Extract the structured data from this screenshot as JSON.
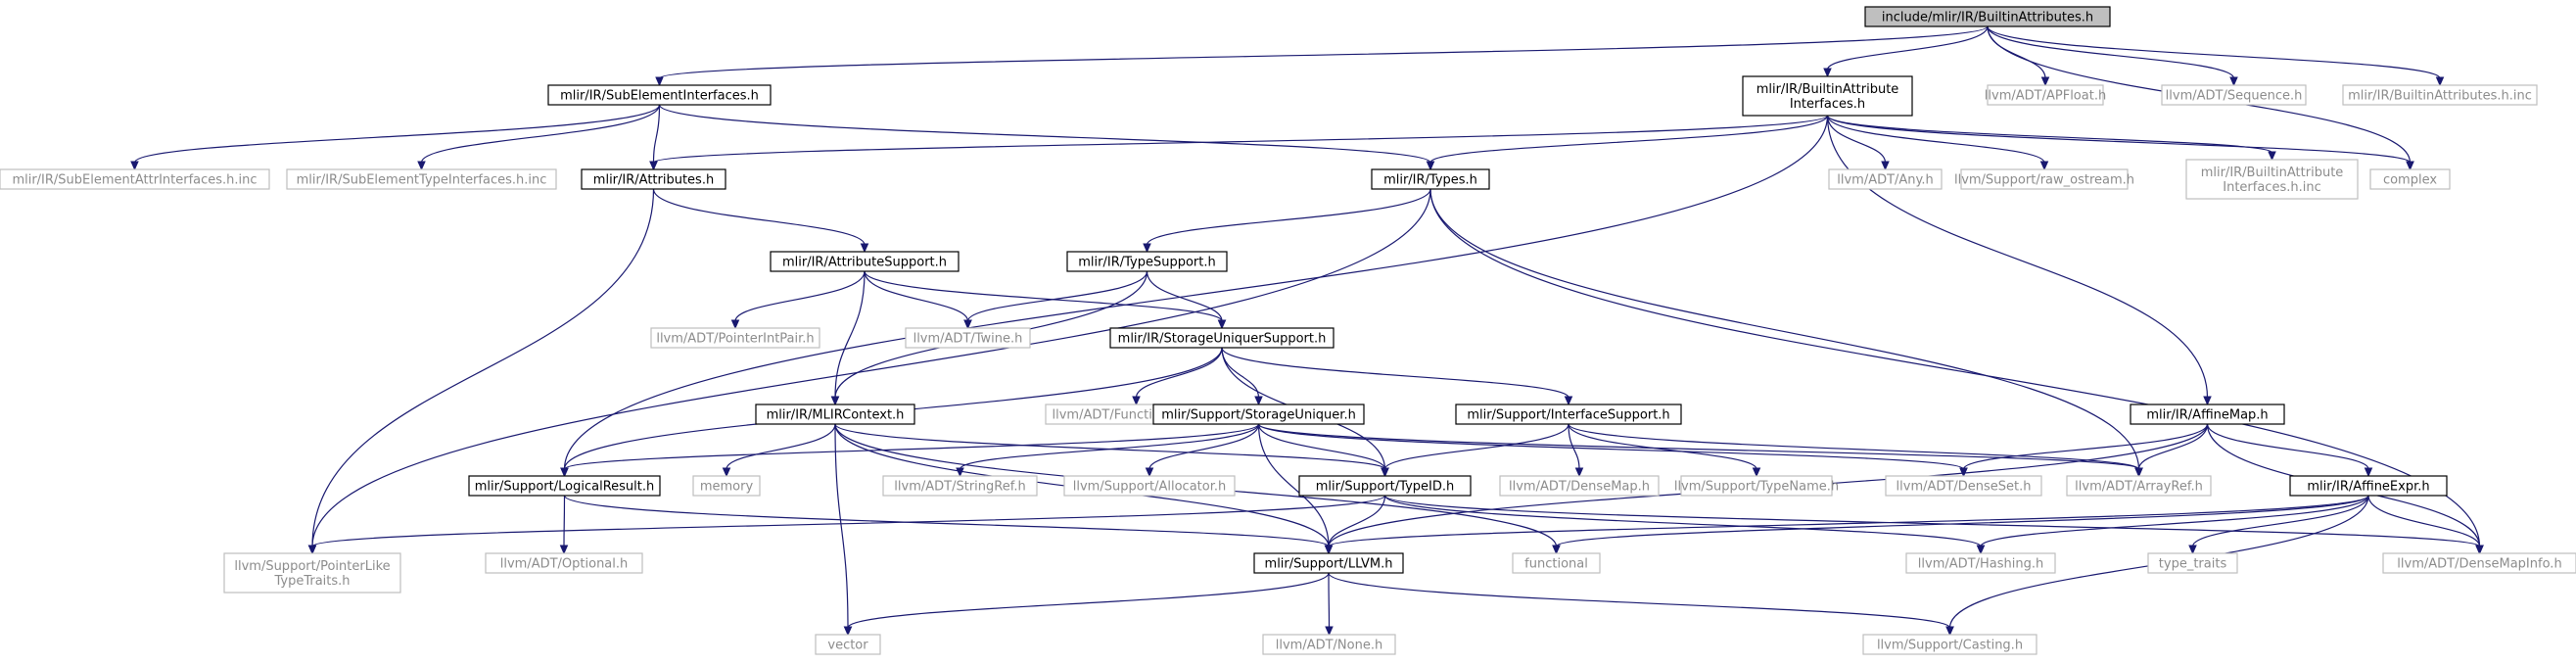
{
  "nodes": [
    {
      "id": "root",
      "label": "include/mlir/IR/BuiltinAttributes.h",
      "kind": "root"
    },
    {
      "id": "sub",
      "label": "mlir/IR/SubElementInterfaces.h",
      "kind": "internal"
    },
    {
      "id": "bai",
      "label": "mlir/IR/BuiltinAttribute\nInterfaces.h",
      "kind": "internal"
    },
    {
      "id": "apfloat",
      "label": "llvm/ADT/APFloat.h",
      "kind": "external"
    },
    {
      "id": "sequence",
      "label": "llvm/ADT/Sequence.h",
      "kind": "external"
    },
    {
      "id": "bainc",
      "label": "mlir/IR/BuiltinAttributes.h.inc",
      "kind": "external"
    },
    {
      "id": "subattrinc",
      "label": "mlir/IR/SubElementAttrInterfaces.h.inc",
      "kind": "external"
    },
    {
      "id": "subtypeinc",
      "label": "mlir/IR/SubElementTypeInterfaces.h.inc",
      "kind": "external"
    },
    {
      "id": "attrs",
      "label": "mlir/IR/Attributes.h",
      "kind": "internal"
    },
    {
      "id": "types",
      "label": "mlir/IR/Types.h",
      "kind": "internal"
    },
    {
      "id": "any",
      "label": "llvm/ADT/Any.h",
      "kind": "external"
    },
    {
      "id": "rawos",
      "label": "llvm/Support/raw_ostream.h",
      "kind": "external"
    },
    {
      "id": "baiinc",
      "label": "mlir/IR/BuiltinAttribute\nInterfaces.h.inc",
      "kind": "external"
    },
    {
      "id": "complex",
      "label": "complex",
      "kind": "external"
    },
    {
      "id": "attrsup",
      "label": "mlir/IR/AttributeSupport.h",
      "kind": "internal"
    },
    {
      "id": "typesup",
      "label": "mlir/IR/TypeSupport.h",
      "kind": "internal"
    },
    {
      "id": "ptrint",
      "label": "llvm/ADT/PointerIntPair.h",
      "kind": "external"
    },
    {
      "id": "twine",
      "label": "llvm/ADT/Twine.h",
      "kind": "external"
    },
    {
      "id": "storesup",
      "label": "mlir/IR/StorageUniquerSupport.h",
      "kind": "internal"
    },
    {
      "id": "ctx",
      "label": "mlir/IR/MLIRContext.h",
      "kind": "internal"
    },
    {
      "id": "funcext",
      "label": "llvm/ADT/FunctionExtras.h",
      "kind": "external"
    },
    {
      "id": "storeuniq",
      "label": "mlir/Support/StorageUniquer.h",
      "kind": "internal"
    },
    {
      "id": "ifacesup",
      "label": "mlir/Support/InterfaceSupport.h",
      "kind": "internal"
    },
    {
      "id": "affmap",
      "label": "mlir/IR/AffineMap.h",
      "kind": "internal"
    },
    {
      "id": "logres",
      "label": "mlir/Support/LogicalResult.h",
      "kind": "internal"
    },
    {
      "id": "memory",
      "label": "memory",
      "kind": "external"
    },
    {
      "id": "strref",
      "label": "llvm/ADT/StringRef.h",
      "kind": "external"
    },
    {
      "id": "alloc",
      "label": "llvm/Support/Allocator.h",
      "kind": "external"
    },
    {
      "id": "typeid",
      "label": "mlir/Support/TypeID.h",
      "kind": "internal"
    },
    {
      "id": "densemap",
      "label": "llvm/ADT/DenseMap.h",
      "kind": "external"
    },
    {
      "id": "typename",
      "label": "llvm/Support/TypeName.h",
      "kind": "external"
    },
    {
      "id": "denseset",
      "label": "llvm/ADT/DenseSet.h",
      "kind": "external"
    },
    {
      "id": "arrayref",
      "label": "llvm/ADT/ArrayRef.h",
      "kind": "external"
    },
    {
      "id": "affexpr",
      "label": "mlir/IR/AffineExpr.h",
      "kind": "internal"
    },
    {
      "id": "ptrlike",
      "label": "llvm/Support/PointerLike\nTypeTraits.h",
      "kind": "external"
    },
    {
      "id": "optional",
      "label": "llvm/ADT/Optional.h",
      "kind": "external"
    },
    {
      "id": "llvmh",
      "label": "mlir/Support/LLVM.h",
      "kind": "internal"
    },
    {
      "id": "functional",
      "label": "functional",
      "kind": "external"
    },
    {
      "id": "hashing",
      "label": "llvm/ADT/Hashing.h",
      "kind": "external"
    },
    {
      "id": "typetraits",
      "label": "type_traits",
      "kind": "external"
    },
    {
      "id": "densemapinfo",
      "label": "llvm/ADT/DenseMapInfo.h",
      "kind": "external"
    },
    {
      "id": "vector",
      "label": "vector",
      "kind": "external"
    },
    {
      "id": "none",
      "label": "llvm/ADT/None.h",
      "kind": "external"
    },
    {
      "id": "casting",
      "label": "llvm/Support/Casting.h",
      "kind": "external"
    }
  ],
  "edges": [
    [
      "root",
      "sub"
    ],
    [
      "root",
      "bai"
    ],
    [
      "root",
      "apfloat"
    ],
    [
      "root",
      "sequence"
    ],
    [
      "root",
      "bainc"
    ],
    [
      "root",
      "complex"
    ],
    [
      "sub",
      "subattrinc"
    ],
    [
      "sub",
      "subtypeinc"
    ],
    [
      "sub",
      "attrs"
    ],
    [
      "sub",
      "types"
    ],
    [
      "bai",
      "attrs"
    ],
    [
      "bai",
      "types"
    ],
    [
      "bai",
      "any"
    ],
    [
      "bai",
      "rawos"
    ],
    [
      "bai",
      "baiinc"
    ],
    [
      "bai",
      "complex"
    ],
    [
      "bai",
      "logres"
    ],
    [
      "bai",
      "affmap"
    ],
    [
      "attrs",
      "attrsup"
    ],
    [
      "attrs",
      "ptrlike"
    ],
    [
      "types",
      "typesup"
    ],
    [
      "types",
      "ptrlike"
    ],
    [
      "types",
      "arrayref"
    ],
    [
      "types",
      "densemapinfo"
    ],
    [
      "attrsup",
      "ptrint"
    ],
    [
      "attrsup",
      "twine"
    ],
    [
      "attrsup",
      "storesup"
    ],
    [
      "attrsup",
      "ctx"
    ],
    [
      "typesup",
      "twine"
    ],
    [
      "typesup",
      "storesup"
    ],
    [
      "typesup",
      "ctx"
    ],
    [
      "storesup",
      "funcext"
    ],
    [
      "storesup",
      "storeuniq"
    ],
    [
      "storesup",
      "ifacesup"
    ],
    [
      "storesup",
      "logres"
    ],
    [
      "storesup",
      "typeid"
    ],
    [
      "ctx",
      "memory"
    ],
    [
      "ctx",
      "typeid"
    ],
    [
      "ctx",
      "llvmh"
    ],
    [
      "ctx",
      "vector"
    ],
    [
      "ctx",
      "functional"
    ],
    [
      "storeuniq",
      "logres"
    ],
    [
      "storeuniq",
      "strref"
    ],
    [
      "storeuniq",
      "alloc"
    ],
    [
      "storeuniq",
      "typeid"
    ],
    [
      "storeuniq",
      "llvmh"
    ],
    [
      "storeuniq",
      "denseset"
    ],
    [
      "storeuniq",
      "arrayref"
    ],
    [
      "ifacesup",
      "typeid"
    ],
    [
      "ifacesup",
      "densemap"
    ],
    [
      "ifacesup",
      "typename"
    ],
    [
      "ifacesup",
      "arrayref"
    ],
    [
      "affmap",
      "arrayref"
    ],
    [
      "affmap",
      "denseset"
    ],
    [
      "affmap",
      "affexpr"
    ],
    [
      "affmap",
      "densemapinfo"
    ],
    [
      "affmap",
      "llvmh"
    ],
    [
      "affexpr",
      "llvmh"
    ],
    [
      "affexpr",
      "functional"
    ],
    [
      "affexpr",
      "hashing"
    ],
    [
      "affexpr",
      "typetraits"
    ],
    [
      "affexpr",
      "densemapinfo"
    ],
    [
      "affexpr",
      "casting"
    ],
    [
      "logres",
      "optional"
    ],
    [
      "logres",
      "llvmh"
    ],
    [
      "typeid",
      "llvmh"
    ],
    [
      "typeid",
      "hashing"
    ],
    [
      "typeid",
      "ptrlike"
    ],
    [
      "typeid",
      "densemapinfo"
    ],
    [
      "llvmh",
      "vector"
    ],
    [
      "llvmh",
      "none"
    ],
    [
      "llvmh",
      "casting"
    ]
  ]
}
